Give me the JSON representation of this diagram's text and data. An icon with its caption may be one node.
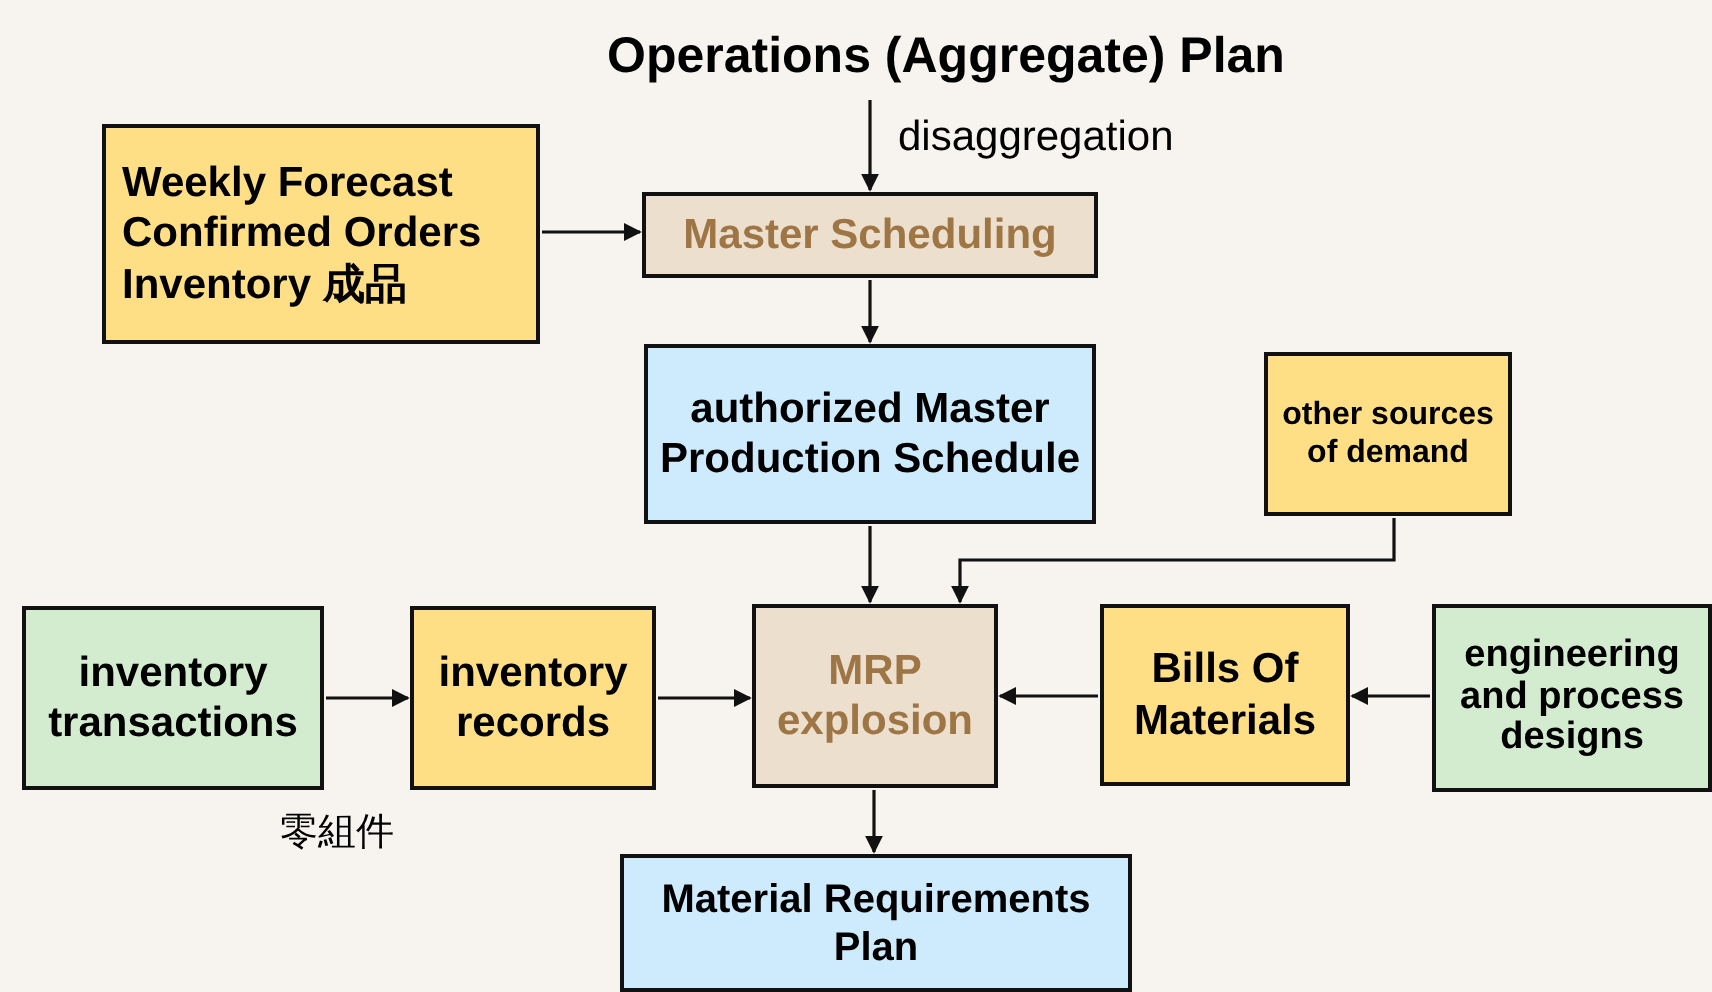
{
  "diagram": {
    "nodes": [
      {
        "text": [
          "Operations (Aggregate) Plan"
        ]
      },
      {
        "text": [
          "Weekly Forecast",
          "Confirmed Orders",
          "Inventory 成品"
        ]
      },
      {
        "text": [
          "Master Scheduling"
        ]
      },
      {
        "text": [
          "authorized Master Production Schedule"
        ]
      },
      {
        "text": [
          "other sources of demand"
        ]
      },
      {
        "text": [
          "inventory transactions"
        ]
      },
      {
        "text": [
          "inventory records"
        ]
      },
      {
        "text": [
          "MRP explosion"
        ]
      },
      {
        "text": [
          "Bills Of Materials"
        ]
      },
      {
        "text": [
          "engineering and process designs"
        ]
      },
      {
        "text": [
          "Material Requirements Plan"
        ]
      }
    ],
    "edges": [
      {
        "from": 0,
        "to": 2,
        "arrow": "to",
        "label": "disaggregation"
      },
      {
        "from": 1,
        "to": 2,
        "arrow": "to"
      },
      {
        "from": 2,
        "to": 3,
        "arrow": "to"
      },
      {
        "from": 3,
        "to": 7,
        "arrow": "to"
      },
      {
        "from": 4,
        "to": 7,
        "arrow": "to"
      },
      {
        "from": 5,
        "to": 6,
        "arrow": "to"
      },
      {
        "from": 6,
        "to": 7,
        "arrow": "to"
      },
      {
        "from": 8,
        "to": 7,
        "arrow": "to"
      },
      {
        "from": 9,
        "to": 8,
        "arrow": "to"
      },
      {
        "from": 7,
        "to": 10,
        "arrow": "to"
      }
    ],
    "labels": [
      "零組件"
    ]
  }
}
